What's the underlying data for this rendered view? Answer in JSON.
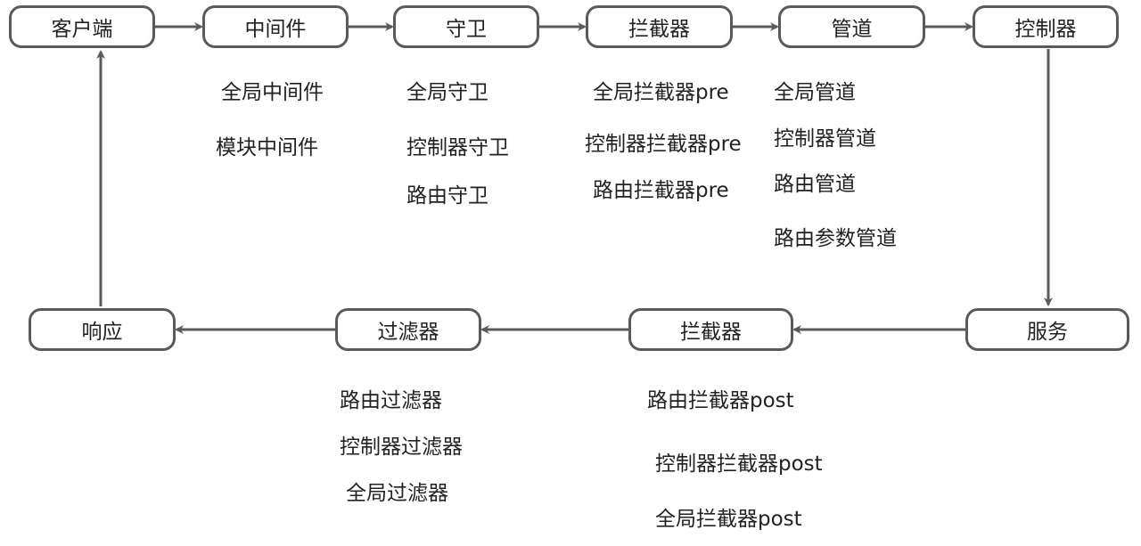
{
  "colors": {
    "stroke": "#5a5a5a",
    "text": "#222222",
    "background": "#ffffff"
  },
  "nodes": {
    "client": "客户端",
    "middleware": "中间件",
    "guard": "守卫",
    "interceptor_pre": "拦截器",
    "pipe": "管道",
    "controller": "控制器",
    "service": "服务",
    "interceptor_post": "拦截器",
    "filter": "过滤器",
    "response": "响应"
  },
  "notes": {
    "middleware": [
      "全局中间件",
      "模块中间件"
    ],
    "guard": [
      "全局守卫",
      "控制器守卫",
      "路由守卫"
    ],
    "interceptor_pre": [
      "全局拦截器pre",
      "控制器拦截器pre",
      "路由拦截器pre"
    ],
    "pipe": [
      "全局管道",
      "控制器管道",
      "路由管道",
      "路由参数管道"
    ],
    "interceptor_post": [
      "路由拦截器post",
      "控制器拦截器post",
      "全局拦截器post"
    ],
    "filter": [
      "路由过滤器",
      "控制器过滤器",
      "全局过滤器"
    ]
  }
}
